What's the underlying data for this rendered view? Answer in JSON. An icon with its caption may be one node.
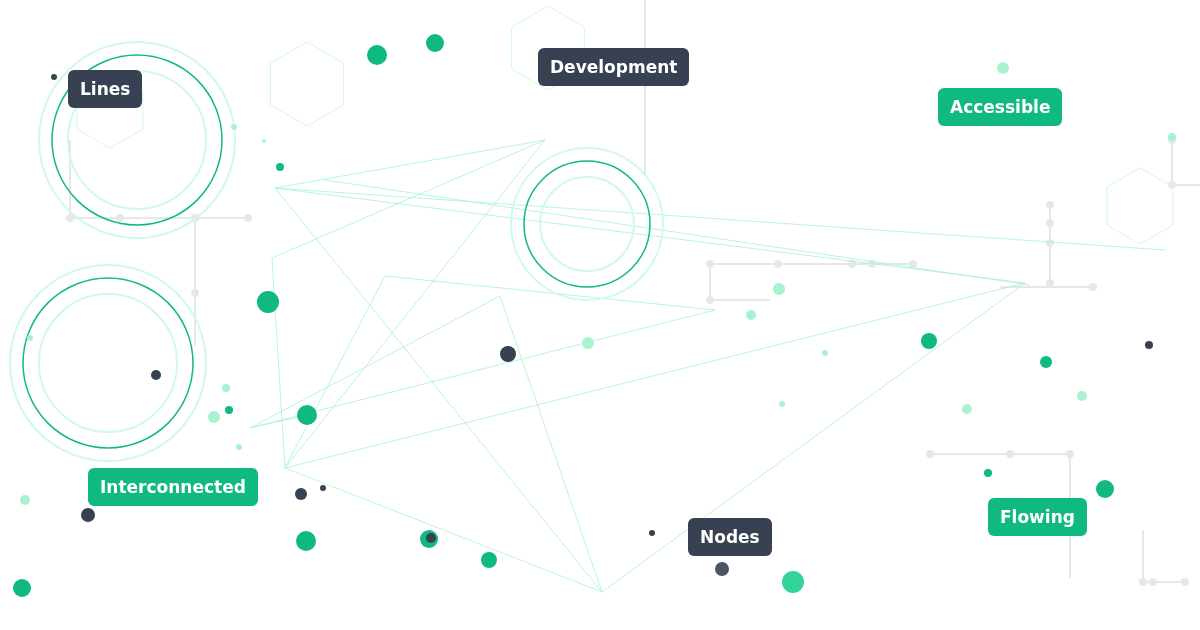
{
  "diagram": {
    "nodes": [
      {
        "text": [
          "Lines"
        ]
      },
      {
        "text": [
          "Development"
        ]
      },
      {
        "text": [
          "Accessible"
        ]
      },
      {
        "text": [
          "Interconnected"
        ]
      },
      {
        "text": [
          "Nodes"
        ]
      },
      {
        "text": [
          "Flowing"
        ]
      }
    ]
  }
}
